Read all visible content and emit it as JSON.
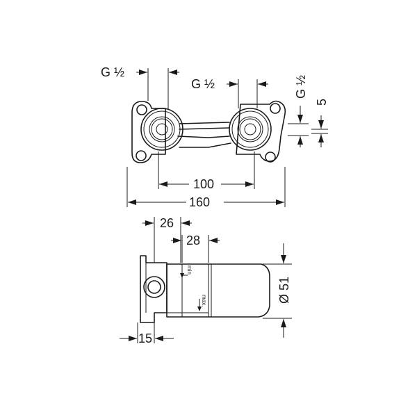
{
  "labels": {
    "g_left": "G ½",
    "g_mid": "G ½",
    "g_right": "G ½",
    "dim_5": "5",
    "dim_100": "100",
    "dim_160": "160",
    "dim_26": "26",
    "dim_28": "28",
    "dim_51": "Ø 51",
    "dim_15": "15",
    "min": "min",
    "max": "max."
  }
}
